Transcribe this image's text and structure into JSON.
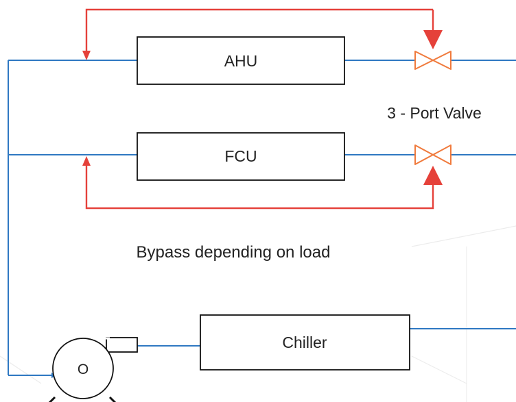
{
  "labels": {
    "ahu": "AHU",
    "fcu": "FCU",
    "chiller": "Chiller",
    "pump": "O",
    "valve": "3 - Port Valve",
    "bypass_note": "Bypass depending on load"
  },
  "colors": {
    "chilled_water_pipe": "#2e78c2",
    "bypass_line": "#e5413a",
    "valve_outline": "#f07a3c",
    "component_outline": "#111111"
  },
  "icons": {
    "valve": "three-port-valve-icon",
    "pump": "pump-icon"
  }
}
